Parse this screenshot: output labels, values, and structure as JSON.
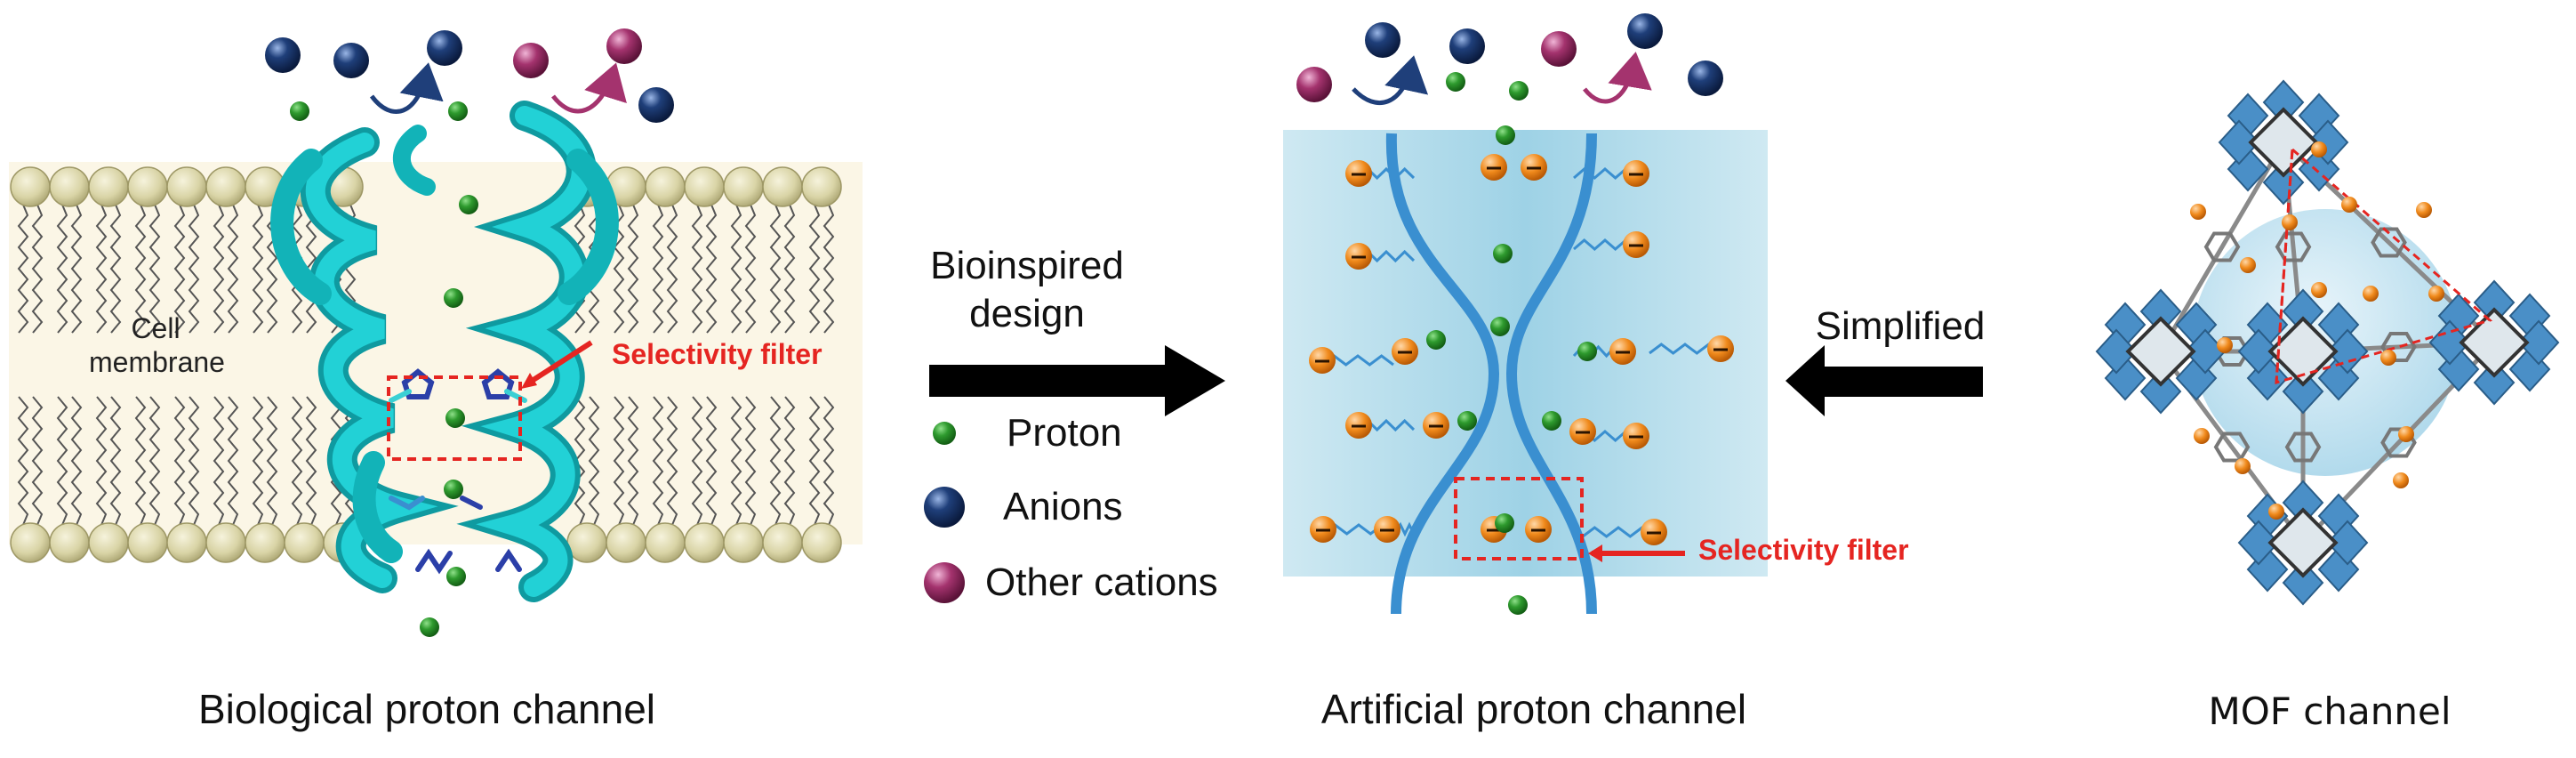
{
  "panels": {
    "biological": {
      "caption": "Biological proton channel",
      "membrane_label_line1": "Cell",
      "membrane_label_line2": "membrane",
      "filter_label": "Selectivity filter"
    },
    "artificial": {
      "caption": "Artificial proton channel",
      "filter_label": "Selectivity filter"
    },
    "mof": {
      "caption": "MOF channel"
    }
  },
  "center": {
    "bioinspired_line1": "Bioinspired",
    "bioinspired_line2": "design",
    "simplified": "Simplified"
  },
  "legend": [
    {
      "label": "Proton",
      "color": "#2e9a2e"
    },
    {
      "label": "Anions",
      "color": "#1f3f7a"
    },
    {
      "label": "Other cations",
      "color": "#a4336e"
    }
  ],
  "colors": {
    "membrane_head": "#d9d4a6",
    "membrane_bg": "#fbf6e6",
    "helix": "#1ec8cc",
    "channel_bg": "#bfe2ee",
    "channel_wall": "#3a8fd0",
    "charge": "#f08a1c",
    "mof_poly": "#4a8fc7",
    "filter_red": "#e52521"
  }
}
